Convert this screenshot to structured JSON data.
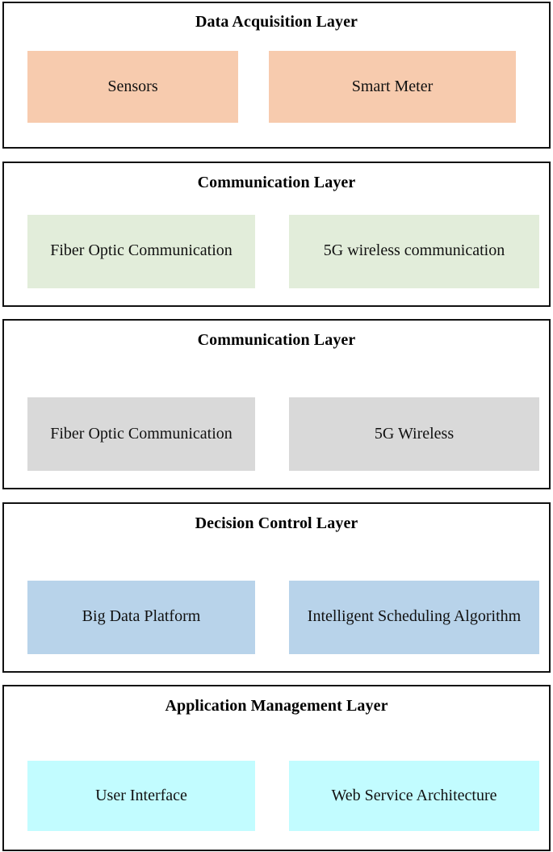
{
  "diagram": {
    "type": "layered-architecture",
    "background": "#FFFFFF",
    "border_color": "#111111",
    "layers": [
      {
        "title": "Data Acquisition Layer",
        "fill": "#F7CBAE",
        "nodes": [
          {
            "label": "Sensors"
          },
          {
            "label": "Smart Meter"
          }
        ]
      },
      {
        "title": "Communication Layer",
        "fill": "#E2EDDA",
        "nodes": [
          {
            "label": "Fiber Optic Communication"
          },
          {
            "label": "5G wireless communication"
          }
        ]
      },
      {
        "title": "Communication Layer",
        "fill": "#D9D9D9",
        "nodes": [
          {
            "label": "Fiber Optic Communication"
          },
          {
            "label": "5G Wireless"
          }
        ]
      },
      {
        "title": "Decision Control Layer",
        "fill": "#B8D3EA",
        "nodes": [
          {
            "label": "Big Data Platform"
          },
          {
            "label": "Intelligent Scheduling Algorithm"
          }
        ]
      },
      {
        "title": "Application Management Layer",
        "fill": "#C2FCFF",
        "nodes": [
          {
            "label": "User Interface"
          },
          {
            "label": "Web Service Architecture"
          }
        ]
      }
    ]
  }
}
